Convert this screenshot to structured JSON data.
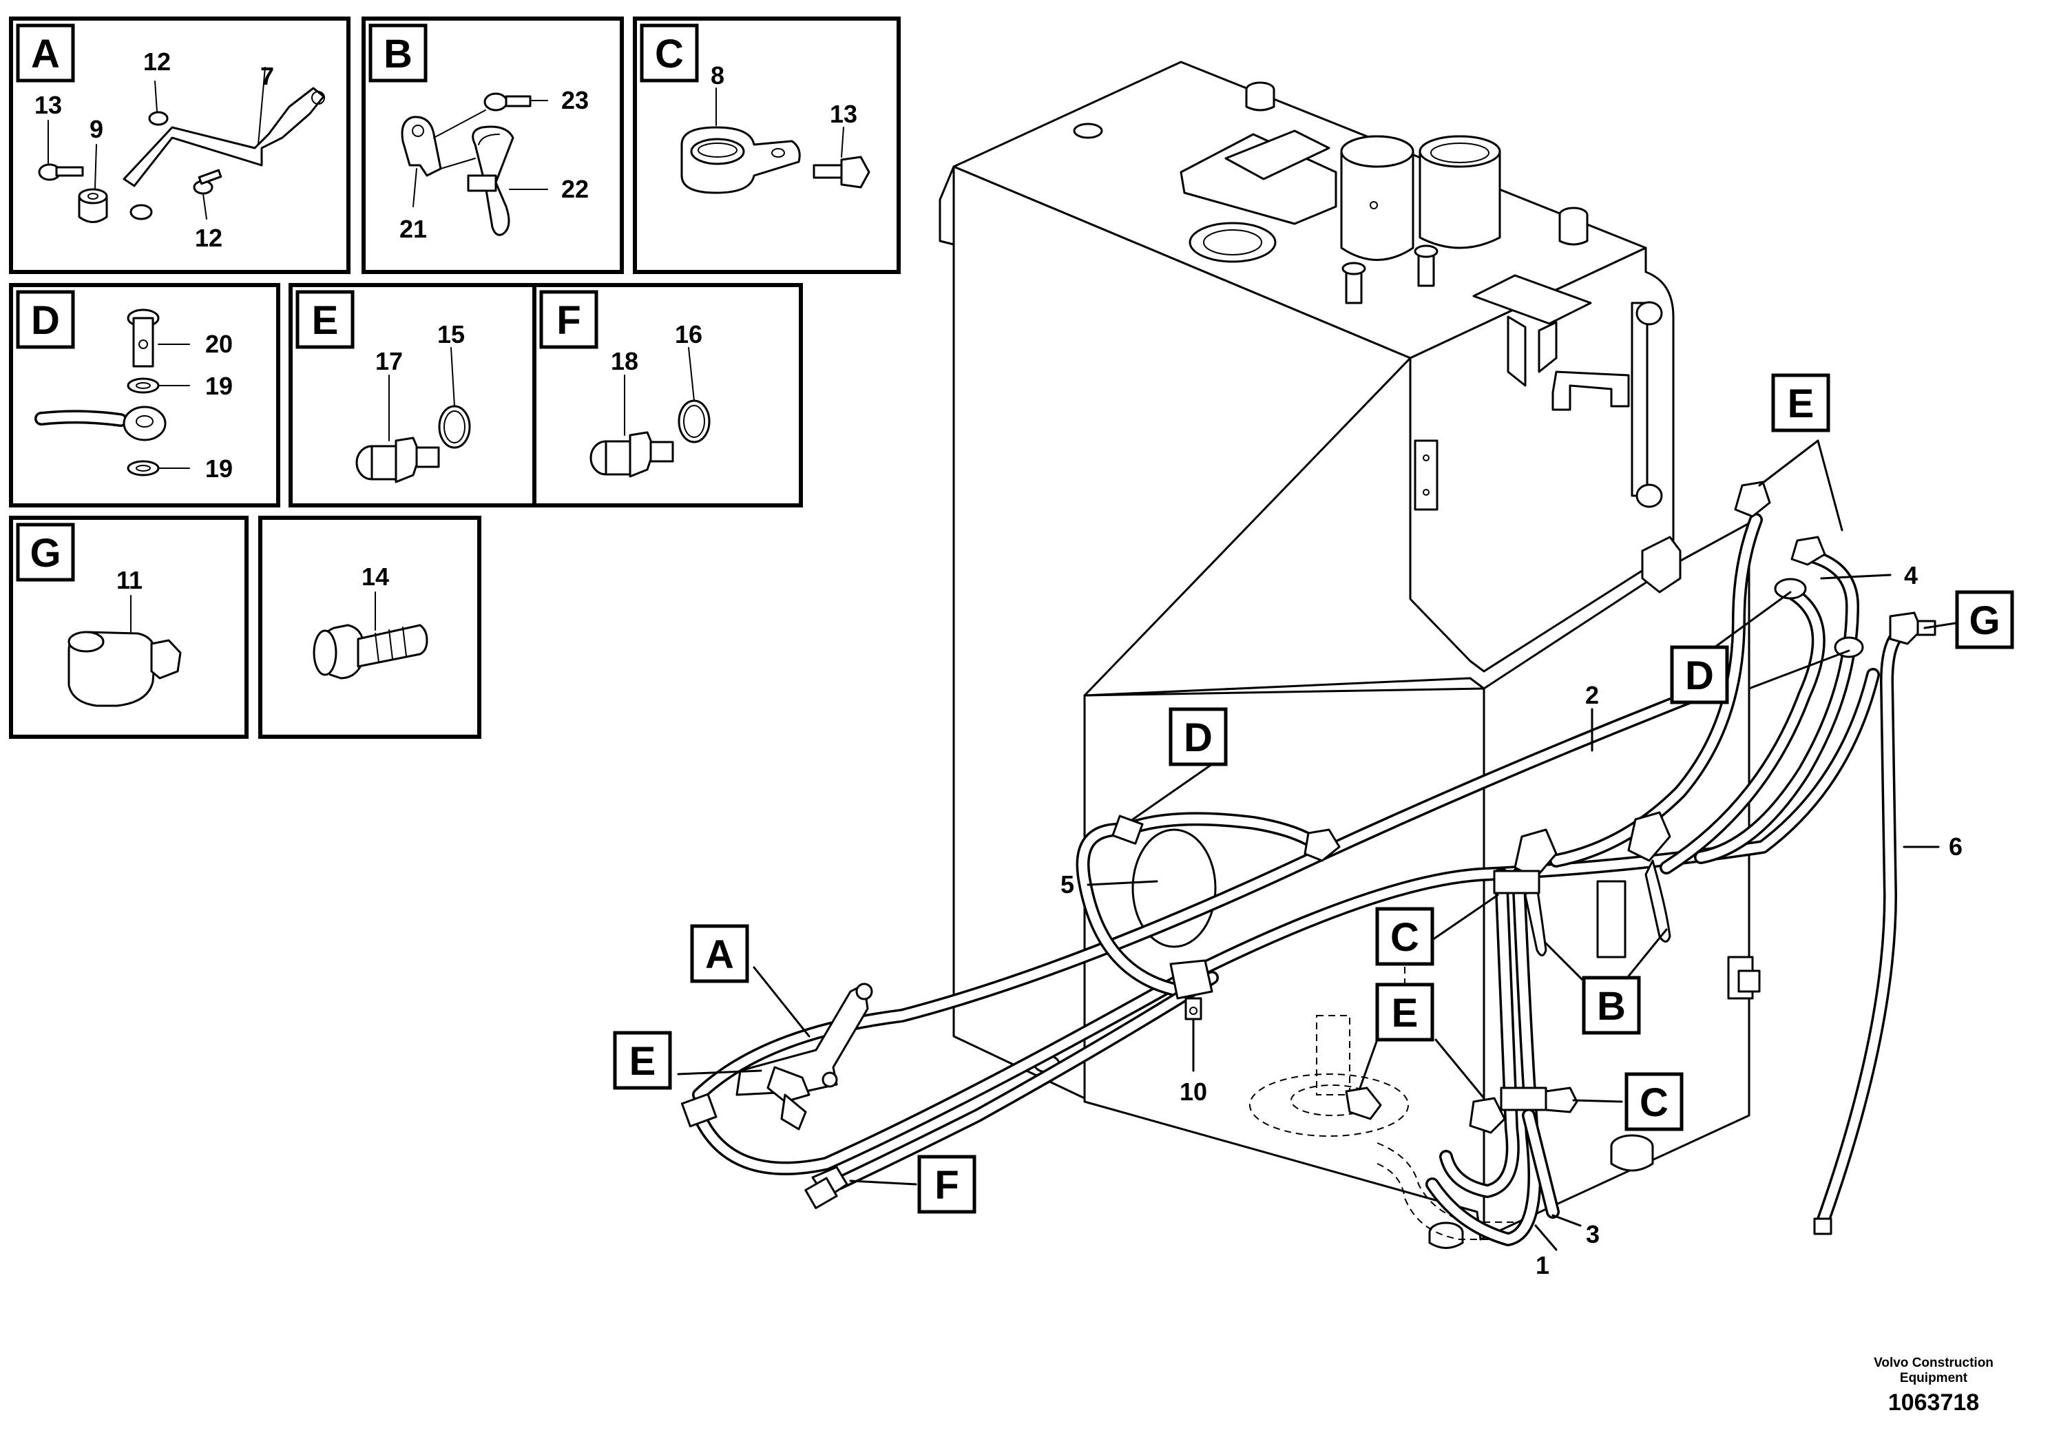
{
  "detail_panels": [
    {
      "letter": "A",
      "parts": [
        "13",
        "12",
        "9",
        "7",
        "12"
      ]
    },
    {
      "letter": "B",
      "parts": [
        "23",
        "22",
        "21"
      ]
    },
    {
      "letter": "C",
      "parts": [
        "8",
        "13"
      ]
    },
    {
      "letter": "D",
      "parts": [
        "20",
        "19",
        "19"
      ]
    },
    {
      "letter": "E",
      "parts": [
        "17",
        "15"
      ]
    },
    {
      "letter": "F",
      "parts": [
        "18",
        "16"
      ]
    },
    {
      "letter": "G",
      "parts": [
        "11"
      ]
    },
    {
      "letter": "",
      "parts": [
        "14"
      ]
    }
  ],
  "main_callouts": {
    "part_numbers": [
      "4",
      "2",
      "5",
      "6",
      "10",
      "1",
      "3"
    ],
    "detail_tags": [
      "E",
      "D",
      "G",
      "D",
      "A",
      "E",
      "C",
      "B",
      "E",
      "C",
      "F"
    ]
  },
  "footer": {
    "company_line1": "Volvo Construction",
    "company_line2": "Equipment",
    "document_number": "1063718"
  }
}
